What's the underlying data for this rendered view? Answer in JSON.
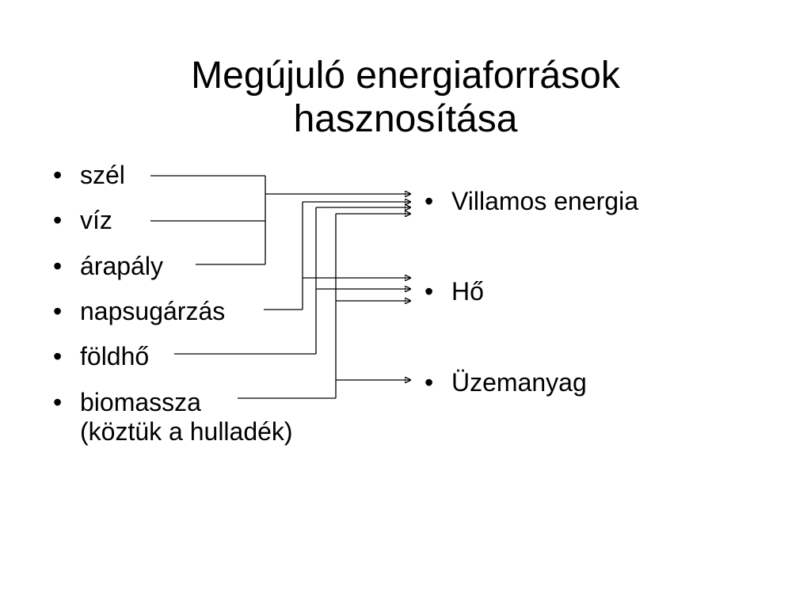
{
  "slide": {
    "title_lines": [
      "Megújuló energiaforrások",
      "hasznosítása"
    ]
  },
  "sources": {
    "bullet_symbol": "•",
    "items": [
      {
        "label": "szél"
      },
      {
        "label": "víz"
      },
      {
        "label": "árapály"
      },
      {
        "label": "napsugárzás"
      },
      {
        "label": "földhő"
      },
      {
        "label": "biomassza",
        "label_line2": "(köztük a hulladék)"
      }
    ]
  },
  "outputs": {
    "bullet_symbol": "•",
    "items": [
      {
        "label": "Villamos energia"
      },
      {
        "label": "Hő"
      },
      {
        "label": "Üzemanyag"
      }
    ]
  }
}
